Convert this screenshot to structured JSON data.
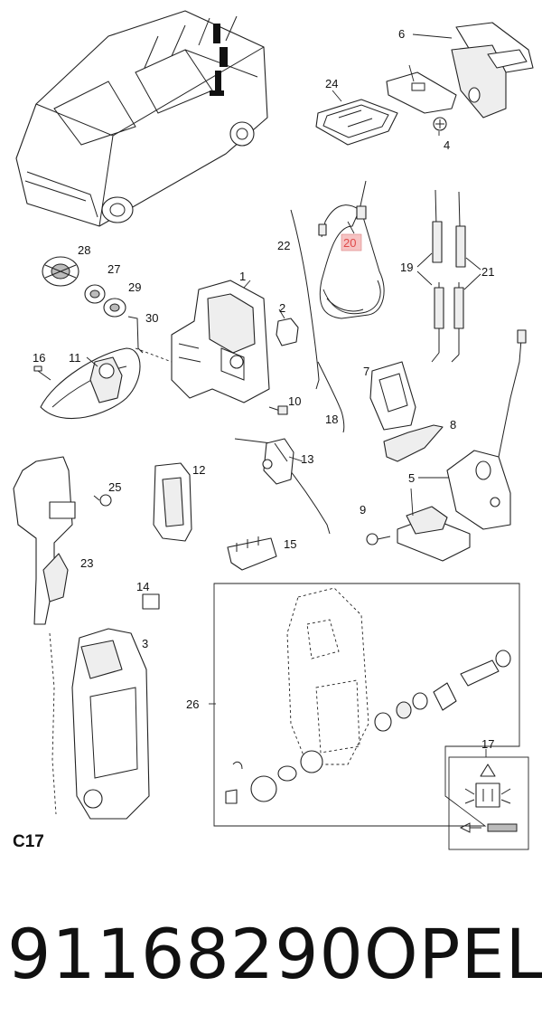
{
  "diagram": {
    "code": "C17",
    "highlighted_callout": "20",
    "callouts": {
      "c1": "1",
      "c2": "2",
      "c3": "3",
      "c4": "4",
      "c5": "5",
      "c6": "6",
      "c7": "7",
      "c8": "8",
      "c9": "9",
      "c10": "10",
      "c11": "11",
      "c12": "12",
      "c13": "13",
      "c14": "14",
      "c15": "15",
      "c16": "16",
      "c17": "17",
      "c18": "18",
      "c19": "19",
      "c20": "20",
      "c21": "21",
      "c22": "22",
      "c23": "23",
      "c24": "24",
      "c25": "25",
      "c26": "26",
      "c27": "27",
      "c28": "28",
      "c29": "29",
      "c30": "30"
    }
  },
  "footer": {
    "part_number": "91168290",
    "brand": "OPEL"
  }
}
